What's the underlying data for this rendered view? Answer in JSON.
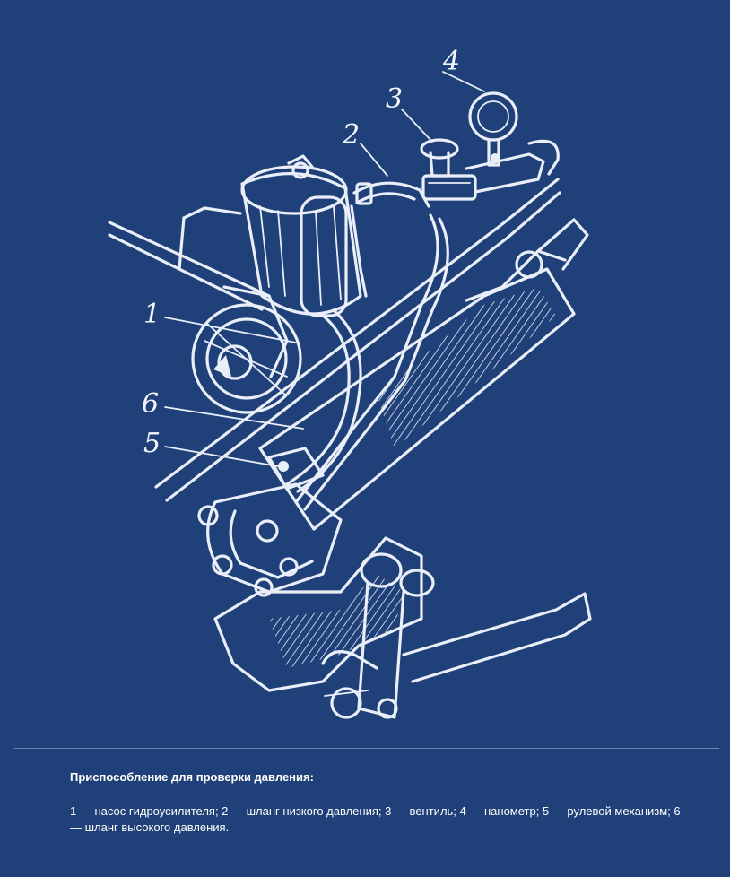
{
  "figure": {
    "callouts": [
      "1",
      "2",
      "3",
      "4",
      "5",
      "6"
    ]
  },
  "caption": {
    "title": "Приспособление для проверки давления:",
    "text": "1 — насос гидроусилителя; 2 — шланг низкого давления; 3 — вентиль; 4 — нанометр; 5 — рулевой механизм; 6 — шланг высокого давления."
  },
  "colors": {
    "background": "#1f4078",
    "drawing": "#e9eef8",
    "divider": "#6f86b3"
  }
}
